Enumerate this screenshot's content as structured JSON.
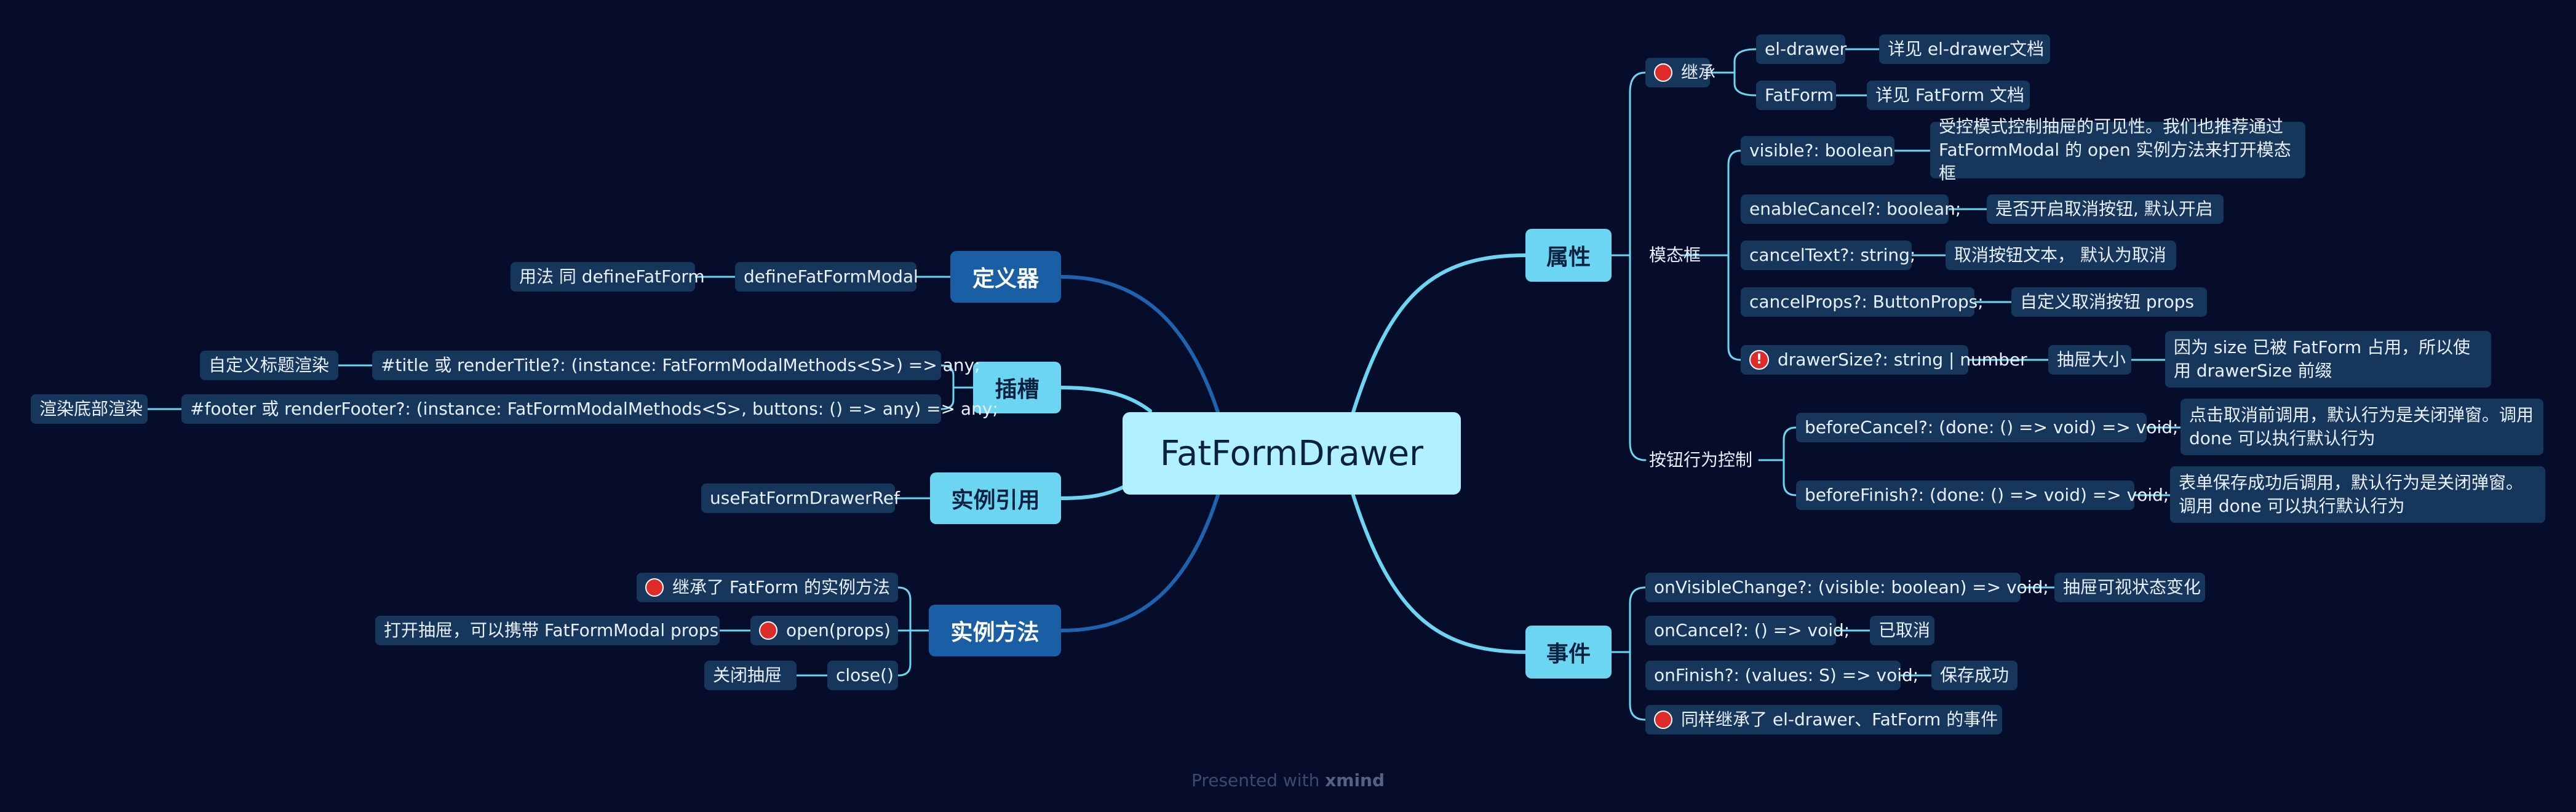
{
  "colors": {
    "background": "#060d2a",
    "root": "#b1f0fd",
    "main_light": "#6cd6f2",
    "main_dark": "#1a5fa6",
    "node": "#17365c",
    "line_light": "#6cd6f2",
    "line_dark": "#1e63b0",
    "marker_red": "#e02b2b"
  },
  "root": {
    "label": "FatFormDrawer"
  },
  "properties": {
    "label": "属性",
    "inherit": {
      "label": "继承",
      "icon": "red-dot-icon",
      "items": [
        {
          "label": "el-drawer",
          "note": "详见 el-drawer文档"
        },
        {
          "label": "FatForm",
          "note": "详见 FatForm 文档"
        }
      ]
    },
    "modal": {
      "label": "模态框",
      "items": [
        {
          "label": "visible?:  boolean",
          "note": "受控模式控制抽屉的可见性。我们也推荐通过 FatFormModal 的 open 实例方法来打开模态框"
        },
        {
          "label": "enableCancel?: boolean;",
          "note": "是否开启取消按钮, 默认开启"
        },
        {
          "label": "cancelText?: string;",
          "note": "取消按钮文本， 默认为取消"
        },
        {
          "label": "cancelProps?: ButtonProps;",
          "note": "自定义取消按钮 props"
        },
        {
          "label": "drawerSize?: string | number",
          "icon": "warning-icon",
          "note": "抽屉大小",
          "subnote": "因为 size 已被 FatForm 占用，所以使用 drawerSize 前缀"
        }
      ]
    },
    "behavior": {
      "label": "按钮行为控制",
      "items": [
        {
          "label": "beforeCancel?: (done: () => void) => void;",
          "note": "点击取消前调用，默认行为是关闭弹窗。调用 done 可以执行默认行为"
        },
        {
          "label": "beforeFinish?: (done: () => void) => void;",
          "note": "表单保存成功后调用，默认行为是关闭弹窗。调用 done 可以执行默认行为"
        }
      ]
    }
  },
  "events": {
    "label": "事件",
    "items": [
      {
        "label": "onVisibleChange?: (visible: boolean) => void;",
        "note": "抽屉可视状态变化"
      },
      {
        "label": "onCancel?: () => void;",
        "note": "已取消"
      },
      {
        "label": "onFinish?: (values: S) => void;",
        "note": "保存成功"
      },
      {
        "label": "同样继承了 el-drawer、FatForm 的事件",
        "icon": "red-dot-icon"
      }
    ]
  },
  "definer": {
    "label": "定义器",
    "child": "defineFatFormModal",
    "note": "用法 同 defineFatForm"
  },
  "slots": {
    "label": "插槽",
    "items": [
      {
        "label": "#title  或 renderTitle?: (instance: FatFormModalMethods<S>) => any;",
        "note": "自定义标题渲染"
      },
      {
        "label": "#footer 或 renderFooter?: (instance: FatFormModalMethods<S>, buttons: () => any) => any;",
        "note": "渲染底部渲染"
      }
    ]
  },
  "ref": {
    "label": "实例引用",
    "child": "useFatFormDrawerRef"
  },
  "methods": {
    "label": "实例方法",
    "items": [
      {
        "label": "继承了 FatForm 的实例方法",
        "icon": "red-dot-icon"
      },
      {
        "label": "open(props)",
        "icon": "red-dot-icon",
        "note": "打开抽屉，可以携带 FatFormModal props"
      },
      {
        "label": "close()",
        "note": "关闭抽屉"
      }
    ]
  },
  "footer": {
    "prefix": "Presented with",
    "brand": "xmind"
  }
}
